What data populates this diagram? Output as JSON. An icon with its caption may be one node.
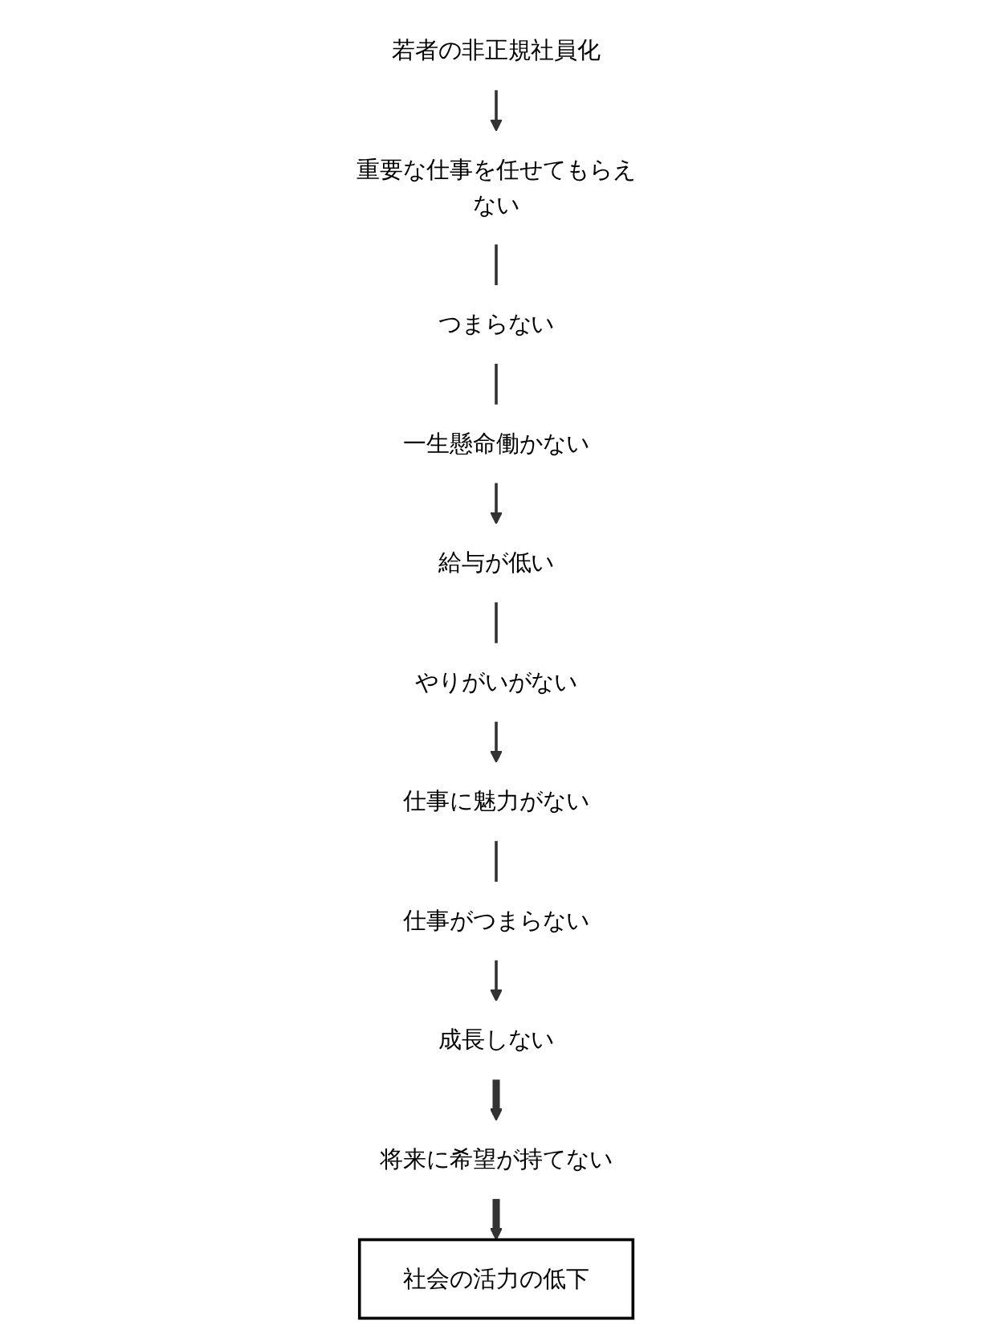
{
  "diagram": {
    "nodes": [
      {
        "text": [
          "若者の非正規社員化"
        ]
      },
      {
        "text": [
          "つまらない"
        ]
      },
      {
        "text": [
          "重要な仕事を任せてもらえない"
        ]
      },
      {
        "text": [
          "一生懸命働かない"
        ]
      },
      {
        "text": [
          "給与が低い"
        ]
      },
      {
        "text": [
          "やりがいがない"
        ]
      },
      {
        "text": [
          "仕事に魅力がない"
        ]
      },
      {
        "text": [
          "仕事がつまらない"
        ]
      },
      {
        "text": [
          "成長しない"
        ]
      },
      {
        "text": [
          "将来に希望が持てない"
        ]
      },
      {
        "text": [
          "社会の活力の低下"
        ]
      }
    ],
    "edges": [
      {
        "from": 0,
        "to": 2,
        "arrow": "to"
      },
      {
        "from": 2,
        "to": 1,
        "arrow": "none"
      },
      {
        "from": 1,
        "to": 3,
        "arrow": "none"
      },
      {
        "from": 3,
        "to": 4,
        "arrow": "to"
      },
      {
        "from": 4,
        "to": 5,
        "arrow": "none"
      },
      {
        "from": 5,
        "to": 6,
        "arrow": "to"
      },
      {
        "from": 6,
        "to": 7,
        "arrow": "none"
      },
      {
        "from": 7,
        "to": 8,
        "arrow": "to"
      },
      {
        "from": 8,
        "to": 9,
        "arrow": "to",
        "style": "thick"
      },
      {
        "from": 9,
        "to": 10,
        "arrow": "to",
        "style": "thick"
      }
    ]
  }
}
